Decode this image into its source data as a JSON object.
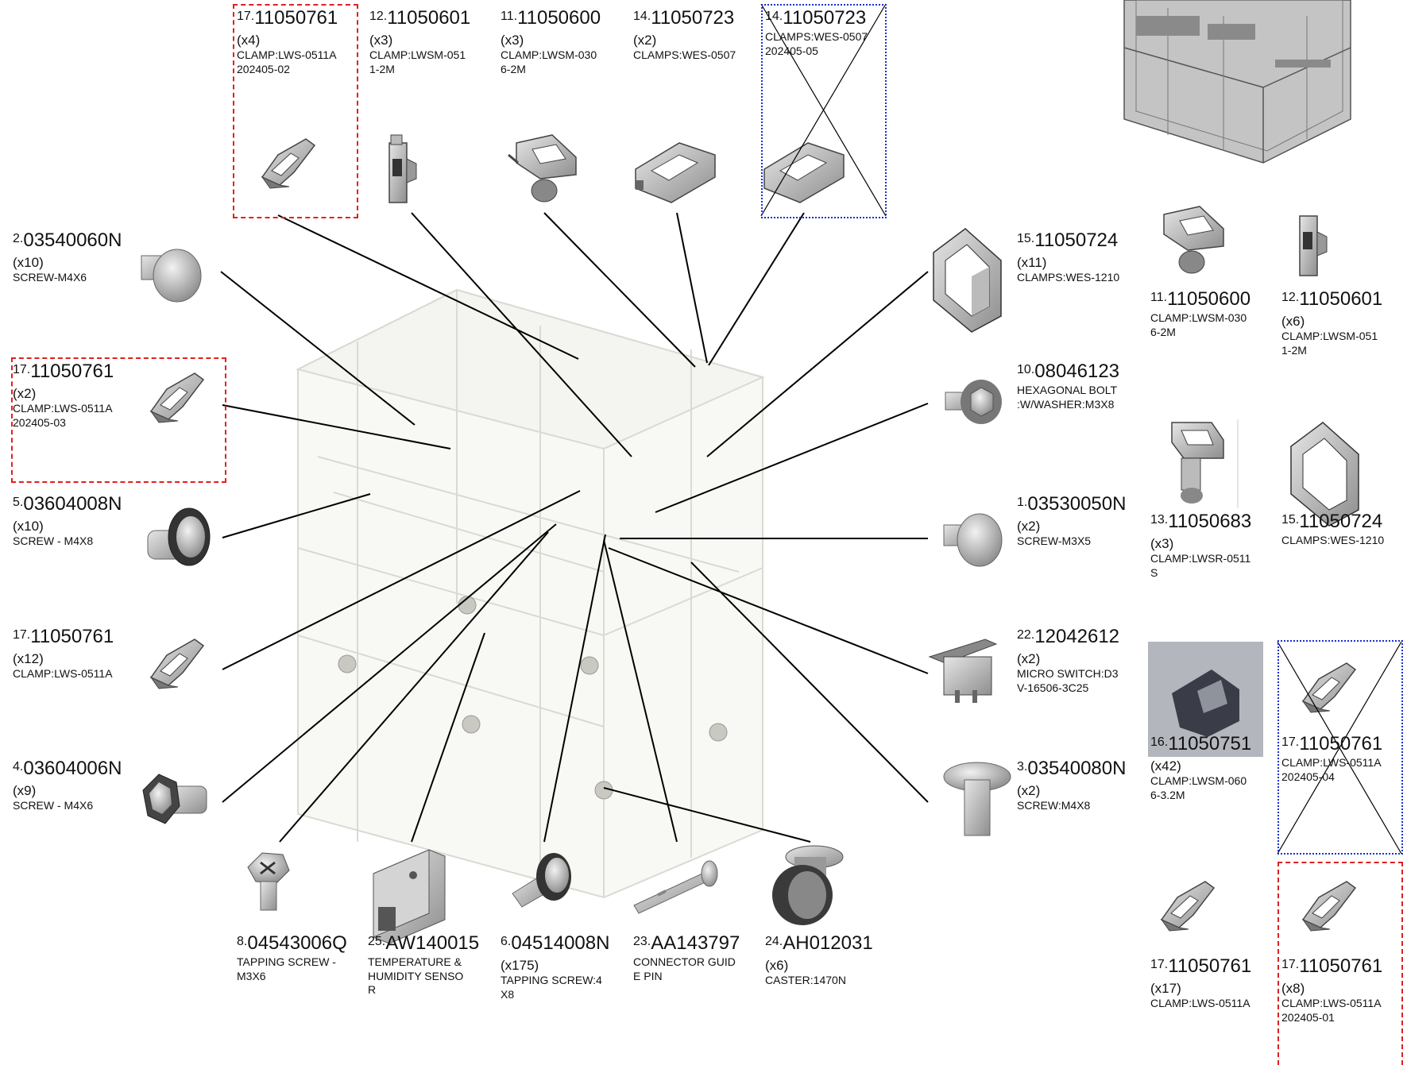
{
  "callouts": [
    {
      "idx": "17.",
      "pn": "11050761",
      "qty": "(x4)",
      "desc": [
        "CLAMP:LWS-0511A",
        "202405-02"
      ]
    },
    {
      "idx": "12.",
      "pn": "11050601",
      "qty": "(x3)",
      "desc": [
        "CLAMP:LWSM-051",
        "1-2M"
      ]
    },
    {
      "idx": "11.",
      "pn": "11050600",
      "qty": "(x3)",
      "desc": [
        "CLAMP:LWSM-030",
        "6-2M"
      ]
    },
    {
      "idx": "14.",
      "pn": "11050723",
      "qty": "(x2)",
      "desc": [
        "CLAMPS:WES-0507"
      ]
    },
    {
      "idx": "14.",
      "pn": "11050723",
      "qty": "",
      "desc": [
        "CLAMPS:WES-0507",
        "202405-05"
      ]
    },
    {
      "idx": "2.",
      "pn": "03540060N",
      "qty": "(x10)",
      "desc": [
        "SCREW-M4X6"
      ]
    },
    {
      "idx": "17.",
      "pn": "11050761",
      "qty": "(x2)",
      "desc": [
        "CLAMP:LWS-0511A",
        "202405-03"
      ]
    },
    {
      "idx": "5.",
      "pn": "03604008N",
      "qty": "(x10)",
      "desc": [
        "SCREW - M4X8"
      ]
    },
    {
      "idx": "17.",
      "pn": "11050761",
      "qty": "(x12)",
      "desc": [
        "CLAMP:LWS-0511A"
      ]
    },
    {
      "idx": "4.",
      "pn": "03604006N",
      "qty": "(x9)",
      "desc": [
        "SCREW - M4X6"
      ]
    },
    {
      "idx": "8.",
      "pn": "04543006Q",
      "qty": "",
      "desc": [
        "TAPPING SCREW -",
        " M3X6"
      ]
    },
    {
      "idx": "25.",
      "pn": "AW140015",
      "qty": "",
      "desc": [
        "TEMPERATURE &",
        "HUMIDITY SENSO",
        "R"
      ]
    },
    {
      "idx": "6.",
      "pn": "04514008N",
      "qty": "(x175)",
      "desc": [
        "TAPPING SCREW:4",
        "X8"
      ]
    },
    {
      "idx": "23.",
      "pn": "AA143797",
      "qty": "",
      "desc": [
        "CONNECTOR GUID",
        "E PIN"
      ]
    },
    {
      "idx": "24.",
      "pn": "AH012031",
      "qty": "(x6)",
      "desc": [
        "CASTER:1470N"
      ]
    },
    {
      "idx": "15.",
      "pn": "11050724",
      "qty": "(x11)",
      "desc": [
        "CLAMPS:WES-1210"
      ]
    },
    {
      "idx": "10.",
      "pn": "08046123",
      "qty": "",
      "desc": [
        "HEXAGONAL BOLT",
        ":W/WASHER:M3X8"
      ]
    },
    {
      "idx": "1.",
      "pn": "03530050N",
      "qty": "(x2)",
      "desc": [
        "SCREW-M3X5"
      ]
    },
    {
      "idx": "22.",
      "pn": "12042612",
      "qty": "(x2)",
      "desc": [
        "MICRO SWITCH:D3",
        "V-16506-3C25"
      ]
    },
    {
      "idx": "3.",
      "pn": "03540080N",
      "qty": "(x2)",
      "desc": [
        "SCREW:M4X8"
      ]
    },
    {
      "idx": "11.",
      "pn": "11050600",
      "qty": "",
      "desc": [
        "CLAMP:LWSM-030",
        "6-2M"
      ]
    },
    {
      "idx": "12.",
      "pn": "11050601",
      "qty": "(x6)",
      "desc": [
        "CLAMP:LWSM-051",
        "1-2M"
      ]
    },
    {
      "idx": "13.",
      "pn": "11050683",
      "qty": "(x3)",
      "desc": [
        "CLAMP:LWSR-0511",
        "S"
      ]
    },
    {
      "idx": "15.",
      "pn": "11050724",
      "qty": "",
      "desc": [
        "CLAMPS:WES-1210"
      ]
    },
    {
      "idx": "16.",
      "pn": "11050751",
      "qty": "(x42)",
      "desc": [
        "CLAMP:LWSM-060",
        "6-3.2M"
      ]
    },
    {
      "idx": "17.",
      "pn": "11050761",
      "qty": "",
      "desc": [
        "CLAMP:LWS-0511A",
        "202405-04"
      ]
    },
    {
      "idx": "17.",
      "pn": "11050761",
      "qty": "(x17)",
      "desc": [
        "CLAMP:LWS-0511A"
      ]
    },
    {
      "idx": "17.",
      "pn": "11050761",
      "qty": "(x8)",
      "desc": [
        "CLAMP:LWS-0511A",
        "202405-01"
      ]
    }
  ],
  "colors": {
    "red_box": "#e02020",
    "blue_box": "#1a2fd0",
    "leader": "#000000",
    "part": "#a8a8a8",
    "frame": "#d8d8d0"
  }
}
